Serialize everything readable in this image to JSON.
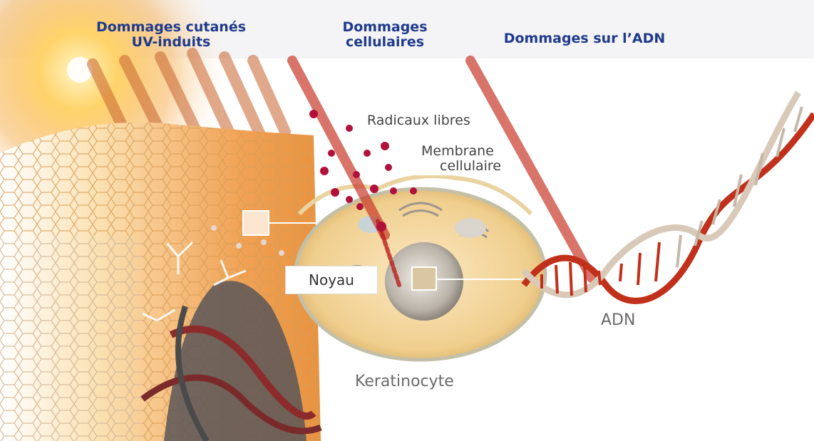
{
  "headers": {
    "skin_line1": "Dommages cutanés",
    "skin_line2": "UV-induits",
    "cell_line1": "Dommages",
    "cell_line2": "cellulaires",
    "dna": "Dommages sur l’ADN"
  },
  "labels": {
    "free_radicals": "Radicaux libres",
    "membrane_line1": "Membrane",
    "membrane_line2": "cellulaire",
    "nucleus": "Noyau",
    "dna": "ADN",
    "keratinocyte": "Keratinocyte"
  },
  "colors": {
    "header_text": "#1f3a8c",
    "uv_ray": "#c8502a",
    "free_radical": "#b0103a",
    "dna_red": "#c0301a",
    "skin": "#f2c27a",
    "cell": "#f3d9a4"
  }
}
